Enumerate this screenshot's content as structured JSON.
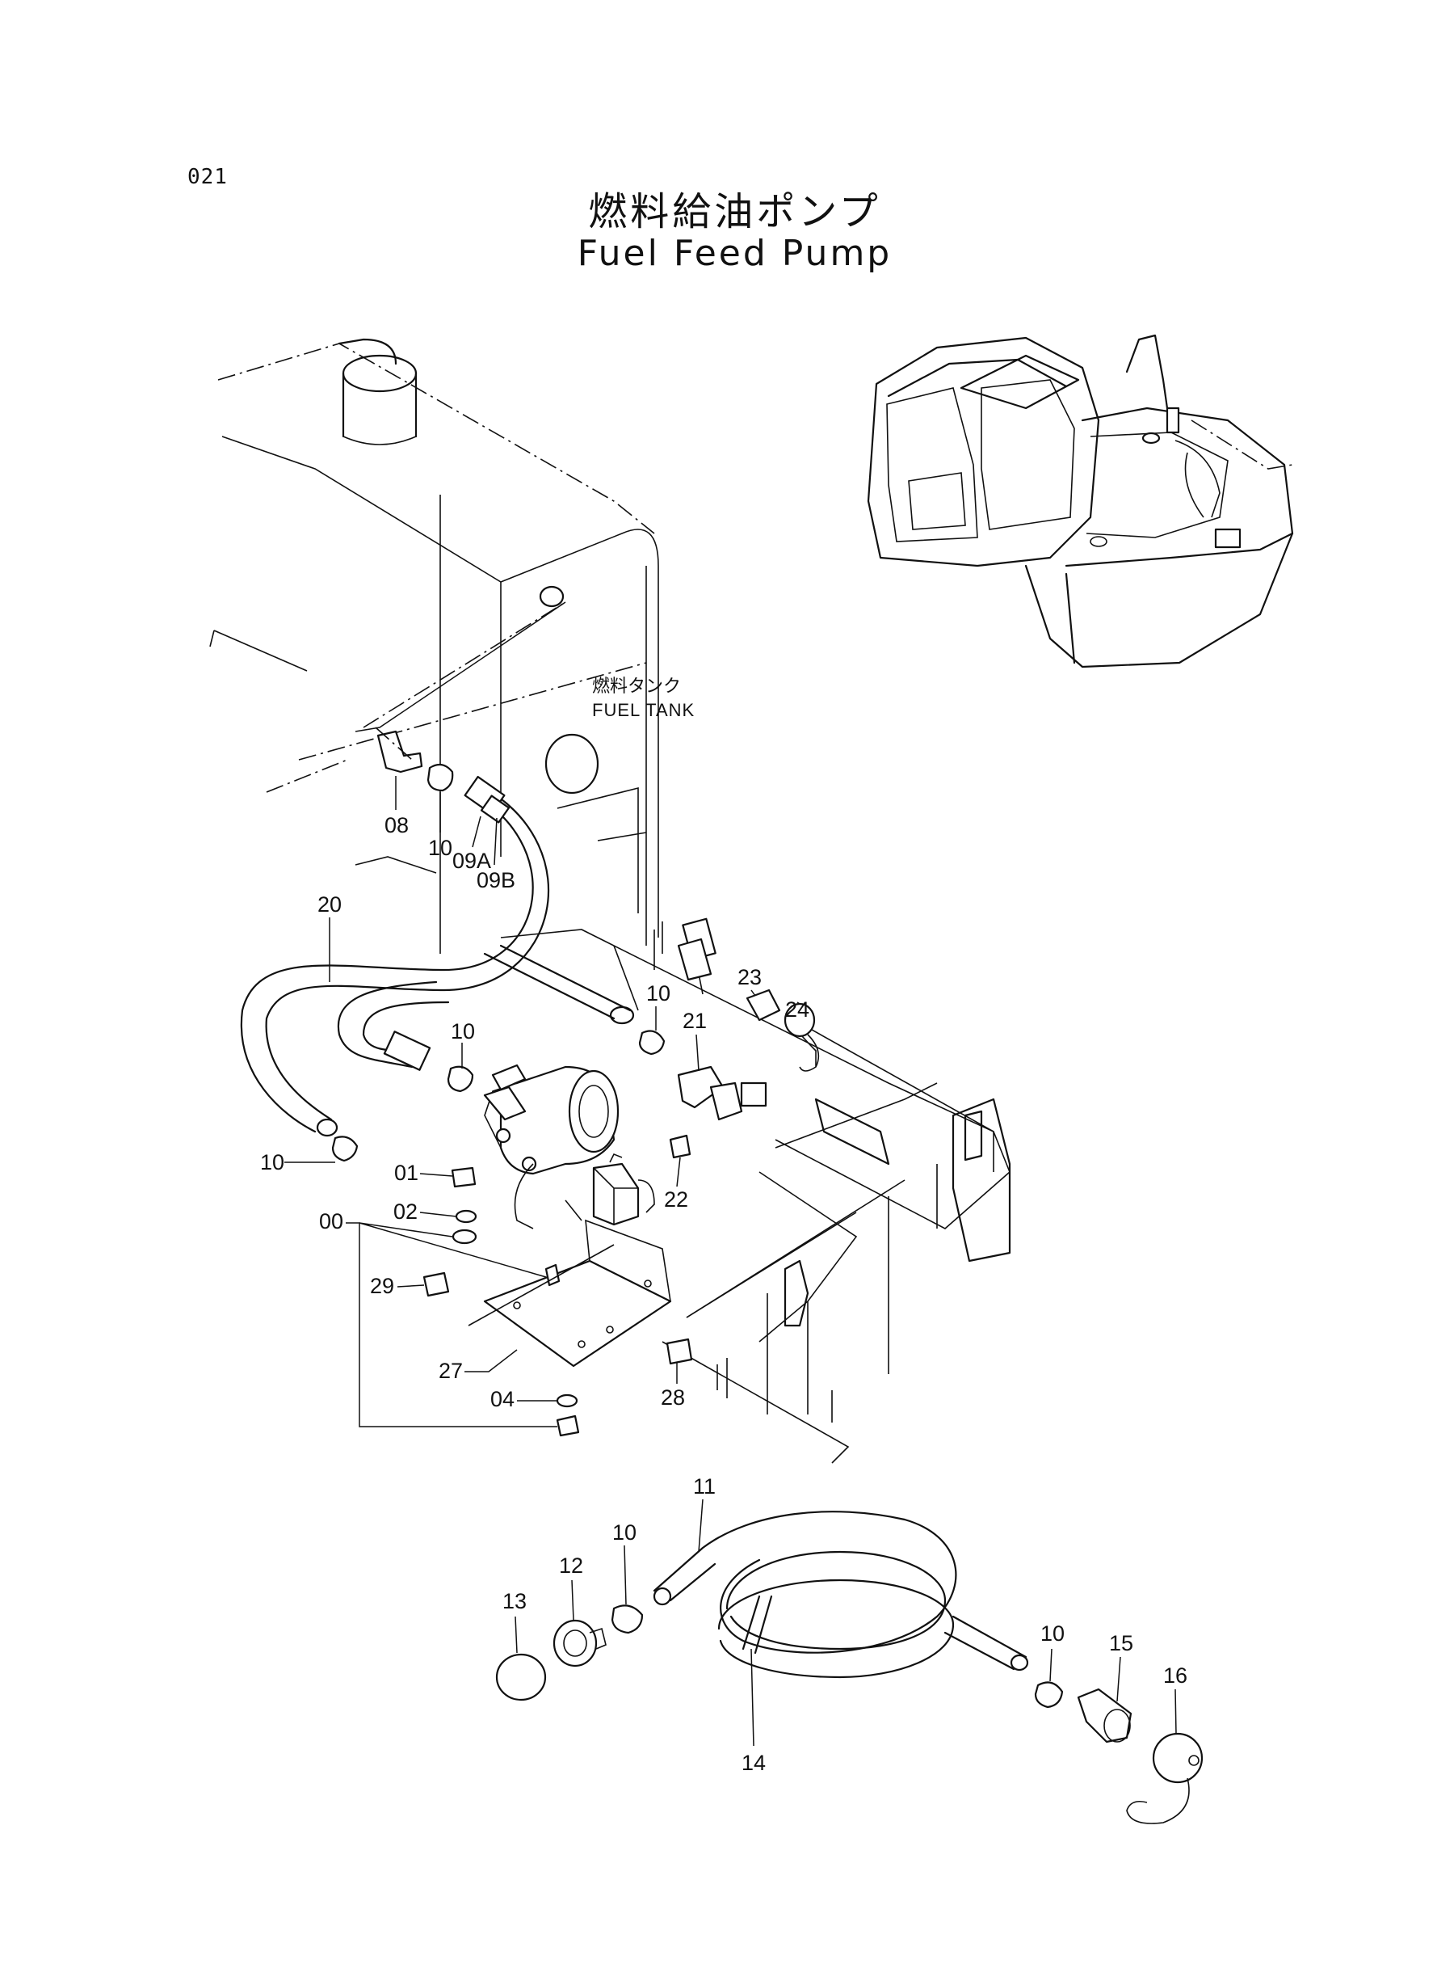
{
  "page_number": "021",
  "title_ja": "燃料給油ポンプ",
  "title_en": "Fuel Feed Pump",
  "fuel_tank": {
    "label_ja": "燃料タンク",
    "label_en": "FUEL TANK"
  },
  "callouts": {
    "c00": "00",
    "c01": "01",
    "c02": "02",
    "c04": "04",
    "c08": "08",
    "c09a": "09A",
    "c09b": "09B",
    "c10a": "10",
    "c10b": "10",
    "c10c": "10",
    "c10d": "10",
    "c10e": "10",
    "c10f": "10",
    "c11": "11",
    "c12": "12",
    "c13": "13",
    "c14": "14",
    "c15": "15",
    "c16": "16",
    "c20": "20",
    "c21": "21",
    "c22": "22",
    "c23": "23",
    "c24": "24",
    "c27": "27",
    "c28": "28",
    "c29": "29"
  }
}
